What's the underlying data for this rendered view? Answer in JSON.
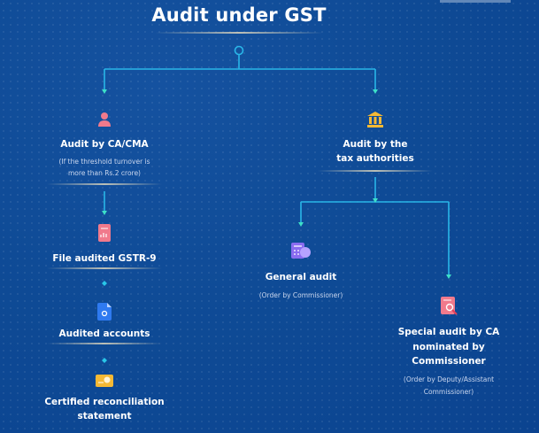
{
  "title": "Audit under GST",
  "left": {
    "heading": "Audit by CA/CMA",
    "sub1": "(If the threshold turnover is",
    "sub2": "more than Rs.2 crore)",
    "steps": [
      {
        "label": "File audited GSTR-9",
        "icon": "gstr-document-icon"
      },
      {
        "label": "Audited accounts",
        "icon": "document-gear-icon"
      },
      {
        "label1": "Certified reconciliation",
        "label2": "statement",
        "icon": "certificate-card-icon"
      }
    ]
  },
  "right": {
    "heading1": "Audit by the",
    "heading2": "tax authorities",
    "general": {
      "label": "General audit",
      "sub": "(Order by Commissioner)"
    },
    "special": {
      "label1": "Special audit by CA",
      "label2": "nominated by",
      "label3": "Commissioner",
      "sub1": "(Order by Deputy/Assistant",
      "sub2": "Commissioner)"
    }
  },
  "colors": {
    "background": "#0e4a95",
    "connector": "#29b6e8",
    "arrow": "#3de0c8"
  }
}
